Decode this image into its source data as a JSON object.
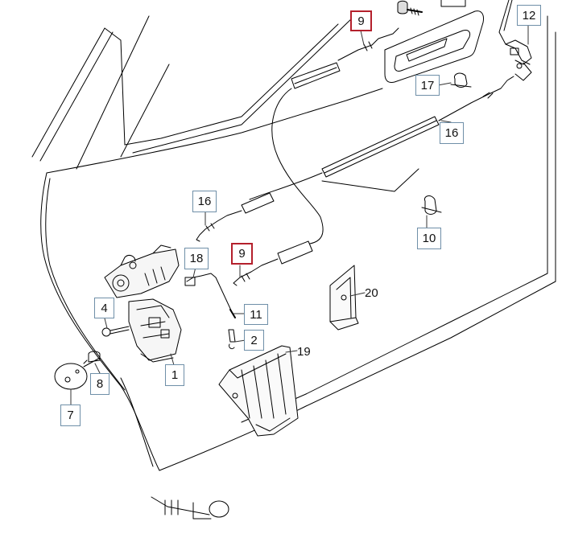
{
  "diagram": {
    "frame_color": "#6f8fa8",
    "highlight_color": "#b4202c",
    "callouts": [
      {
        "id": "c9top",
        "label": "9",
        "style": "boxed-red"
      },
      {
        "id": "c12",
        "label": "12",
        "style": "boxed"
      },
      {
        "id": "c17",
        "label": "17",
        "style": "boxed"
      },
      {
        "id": "c16right",
        "label": "16",
        "style": "boxed"
      },
      {
        "id": "c16left",
        "label": "16",
        "style": "boxed"
      },
      {
        "id": "c10",
        "label": "10",
        "style": "boxed"
      },
      {
        "id": "c18",
        "label": "18",
        "style": "boxed"
      },
      {
        "id": "c9mid",
        "label": "9",
        "style": "boxed-red"
      },
      {
        "id": "c20",
        "label": "20",
        "style": "plain"
      },
      {
        "id": "c4",
        "label": "4",
        "style": "boxed"
      },
      {
        "id": "c11",
        "label": "11",
        "style": "boxed"
      },
      {
        "id": "c2",
        "label": "2",
        "style": "boxed"
      },
      {
        "id": "c19",
        "label": "19",
        "style": "plain"
      },
      {
        "id": "c1",
        "label": "1",
        "style": "boxed"
      },
      {
        "id": "c8",
        "label": "8",
        "style": "boxed"
      },
      {
        "id": "c7",
        "label": "7",
        "style": "boxed"
      }
    ]
  }
}
